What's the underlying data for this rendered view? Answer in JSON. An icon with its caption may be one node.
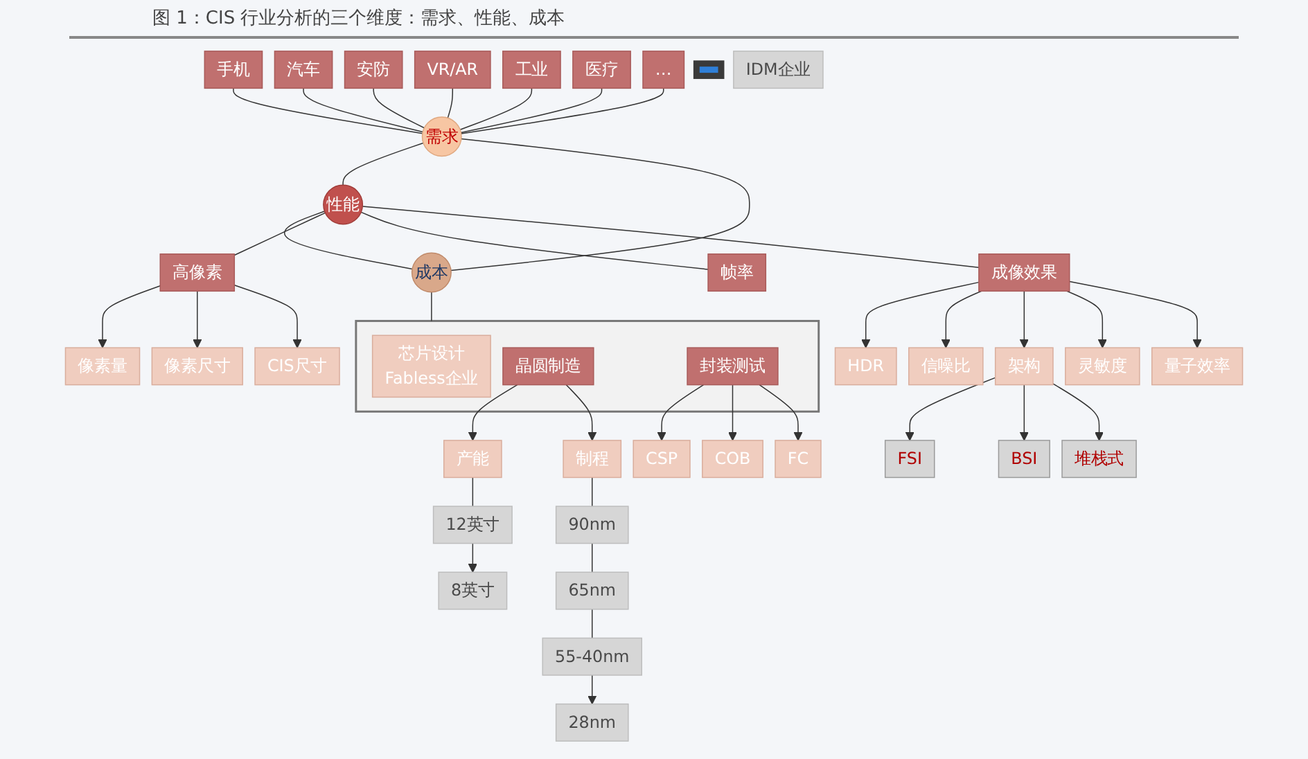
{
  "diagram": {
    "title": "图 1：CIS 行业分析的三个维度：需求、性能、成本",
    "nodes": [
      {
        "text": [
          "手机"
        ]
      },
      {
        "text": [
          "汽车"
        ]
      },
      {
        "text": [
          "安防"
        ]
      },
      {
        "text": [
          "VR/AR"
        ]
      },
      {
        "text": [
          "工业"
        ]
      },
      {
        "text": [
          "医疗"
        ]
      },
      {
        "text": [
          "…"
        ]
      },
      {
        "text": [
          "需求"
        ]
      },
      {
        "text": [],
        "shape": "box"
      },
      {
        "text": [
          "性能"
        ]
      },
      {
        "text": [
          "成本"
        ]
      },
      {
        "text": [
          "高像素"
        ]
      },
      {
        "text": [
          "帧率"
        ]
      },
      {
        "text": [
          "成像效果"
        ]
      },
      {
        "text": [
          "像素量"
        ]
      },
      {
        "text": [
          "像素尺寸"
        ]
      },
      {
        "text": [
          "CIS尺寸"
        ]
      },
      {
        "text": [
          "HDR"
        ]
      },
      {
        "text": [
          "信噪比"
        ]
      },
      {
        "text": [
          "架构"
        ]
      },
      {
        "text": [
          "灵敏度"
        ]
      },
      {
        "text": [
          "量子效率"
        ]
      },
      {
        "text": [
          "FSI"
        ]
      },
      {
        "text": [
          "BSI"
        ]
      },
      {
        "text": [
          "堆栈式"
        ]
      },
      {
        "text": [
          "IDM企业"
        ]
      },
      {
        "text": [],
        "shape": "box"
      },
      {
        "text": [
          "芯片设计",
          "Fabless企业"
        ],
        "in": 26
      },
      {
        "text": [
          "晶圆制造"
        ],
        "in": 26
      },
      {
        "text": [
          "封装测试"
        ],
        "in": 26
      },
      {
        "text": [
          "产能"
        ]
      },
      {
        "text": [
          "制程"
        ]
      },
      {
        "text": [
          "12英寸"
        ]
      },
      {
        "text": [
          "8英寸"
        ]
      },
      {
        "text": [
          "90nm"
        ]
      },
      {
        "text": [
          "65nm"
        ]
      },
      {
        "text": [
          "55-40nm"
        ]
      },
      {
        "text": [
          "28nm"
        ]
      },
      {
        "text": [
          "CSP"
        ]
      },
      {
        "text": [
          "COB"
        ]
      },
      {
        "text": [
          "FC"
        ]
      }
    ],
    "edges": [
      {
        "from": 0,
        "to": 7,
        "arrow": "none"
      },
      {
        "from": 1,
        "to": 7,
        "arrow": "none"
      },
      {
        "from": 2,
        "to": 7,
        "arrow": "none"
      },
      {
        "from": 3,
        "to": 7,
        "arrow": "none"
      },
      {
        "from": 4,
        "to": 7,
        "arrow": "none"
      },
      {
        "from": 5,
        "to": 7,
        "arrow": "none"
      },
      {
        "from": 6,
        "to": 7,
        "arrow": "none"
      },
      {
        "from": 7,
        "to": 9,
        "arrow": "none"
      },
      {
        "from": 7,
        "to": 10,
        "arrow": "none"
      },
      {
        "from": 9,
        "to": 10,
        "arrow": "none"
      },
      {
        "from": 9,
        "to": 11,
        "arrow": "none"
      },
      {
        "from": 9,
        "to": 12,
        "arrow": "none"
      },
      {
        "from": 9,
        "to": 13,
        "arrow": "none"
      },
      {
        "from": 11,
        "to": 14,
        "arrow": "to"
      },
      {
        "from": 11,
        "to": 15,
        "arrow": "to"
      },
      {
        "from": 11,
        "to": 16,
        "arrow": "to"
      },
      {
        "from": 13,
        "to": 17,
        "arrow": "to"
      },
      {
        "from": 13,
        "to": 18,
        "arrow": "to"
      },
      {
        "from": 13,
        "to": 19,
        "arrow": "to"
      },
      {
        "from": 13,
        "to": 20,
        "arrow": "to"
      },
      {
        "from": 13,
        "to": 21,
        "arrow": "to"
      },
      {
        "from": 19,
        "to": 22,
        "arrow": "to"
      },
      {
        "from": 19,
        "to": 23,
        "arrow": "to"
      },
      {
        "from": 19,
        "to": 24,
        "arrow": "to"
      },
      {
        "from": 10,
        "to": 26,
        "arrow": "none"
      },
      {
        "from": 28,
        "to": 30,
        "arrow": "to"
      },
      {
        "from": 28,
        "to": 31,
        "arrow": "to"
      },
      {
        "from": 30,
        "to": 32,
        "arrow": "none"
      },
      {
        "from": 32,
        "to": 33,
        "arrow": "to"
      },
      {
        "from": 31,
        "to": 34,
        "arrow": "none"
      },
      {
        "from": 34,
        "to": 35,
        "arrow": "none"
      },
      {
        "from": 35,
        "to": 36,
        "arrow": "none"
      },
      {
        "from": 36,
        "to": 37,
        "arrow": "to"
      },
      {
        "from": 29,
        "to": 38,
        "arrow": "to"
      },
      {
        "from": 29,
        "to": 39,
        "arrow": "to"
      },
      {
        "from": 29,
        "to": 40,
        "arrow": "to"
      }
    ]
  }
}
